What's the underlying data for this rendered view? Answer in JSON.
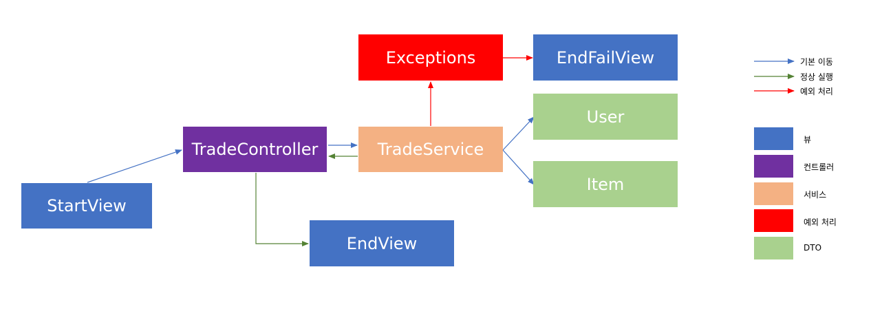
{
  "nodes": {
    "start_view": {
      "label": "StartView",
      "color": "#4472C4"
    },
    "trade_controller": {
      "label": "TradeController",
      "color": "#7030A0"
    },
    "trade_service": {
      "label": "TradeService",
      "color": "#F4B183"
    },
    "exceptions": {
      "label": "Exceptions",
      "color": "#FF0000"
    },
    "end_fail_view": {
      "label": "EndFailView",
      "color": "#4472C4"
    },
    "user": {
      "label": "User",
      "color": "#A9D18E"
    },
    "item": {
      "label": "Item",
      "color": "#A9D18E"
    },
    "end_view": {
      "label": "EndView",
      "color": "#4472C4"
    }
  },
  "arrow_colors": {
    "basic": "#4472C4",
    "normal": "#548235",
    "exception": "#FF0000"
  },
  "legend": {
    "arrows": [
      {
        "label": "기본 이동",
        "color": "#4472C4"
      },
      {
        "label": "정상 실행",
        "color": "#548235"
      },
      {
        "label": "예외 처리",
        "color": "#FF0000"
      }
    ],
    "swatches": [
      {
        "label": "뷰",
        "color": "#4472C4"
      },
      {
        "label": "컨트롤러",
        "color": "#7030A0"
      },
      {
        "label": "서비스",
        "color": "#F4B183"
      },
      {
        "label": "예외 처리",
        "color": "#FF0000"
      },
      {
        "label": "DTO",
        "color": "#A9D18E"
      }
    ]
  }
}
